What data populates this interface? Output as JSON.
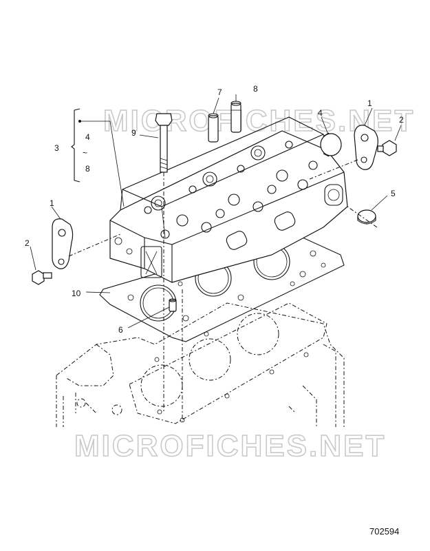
{
  "watermark": {
    "text": "MICROFICHES.NET"
  },
  "figure_number": "702594",
  "callouts": {
    "c1_right": "1",
    "c1_left": "1",
    "c2_right": "2",
    "c2_left": "2",
    "c3": "3",
    "c4_bracket": "4",
    "c4_plug": "4",
    "c5": "5",
    "c6": "6",
    "c7": "7",
    "c8_top": "8",
    "c8_bracket": "8",
    "c9": "9",
    "c10": "10",
    "range_symbol": "~"
  }
}
